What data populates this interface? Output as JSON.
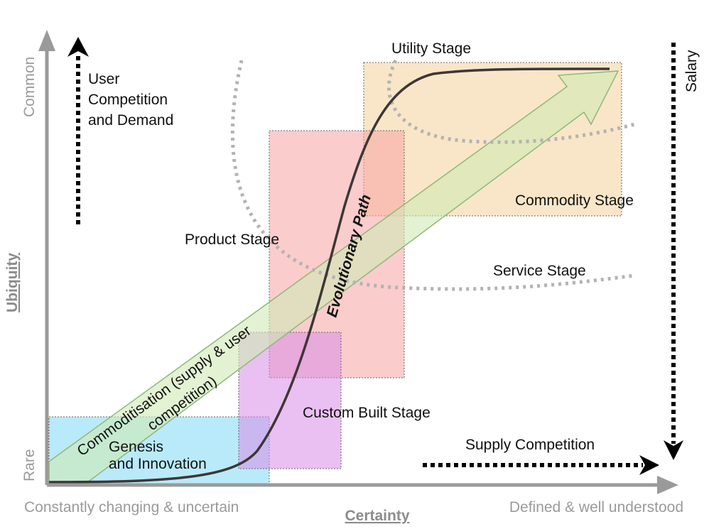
{
  "axes": {
    "x_title": "Certainty",
    "x_left": "Constantly changing & uncertain",
    "x_right": "Defined & well understood",
    "y_title": "Ubiquity",
    "y_bottom": "Rare",
    "y_top": "Common"
  },
  "forces": {
    "user_line1": "User",
    "user_line2": "Competition",
    "user_line3": "and Demand",
    "supply": "Supply Competition",
    "salary": "Salary"
  },
  "stages": {
    "genesis_line1": "Genesis",
    "genesis_line2": "and Innovation",
    "custom": "Custom Built Stage",
    "product": "Product Stage",
    "commodity": "Commodity Stage",
    "utility": "Utility Stage",
    "service": "Service Stage"
  },
  "arrow": {
    "line1": "Commoditisation (supply & user",
    "line2": "competition)"
  },
  "curve": {
    "label": "Evolutionary Path"
  },
  "colors": {
    "genesis": "#7fd9f5",
    "custom": "#d98ce8",
    "product": "#f7a3a3",
    "commodity": "#f5d6a3",
    "arrow_fill": "#cfe9b4",
    "arrow_stroke": "#8fb878",
    "axis": "#9a9a9a",
    "dotted": "#b3b3b3",
    "curve": "#3d3636"
  }
}
